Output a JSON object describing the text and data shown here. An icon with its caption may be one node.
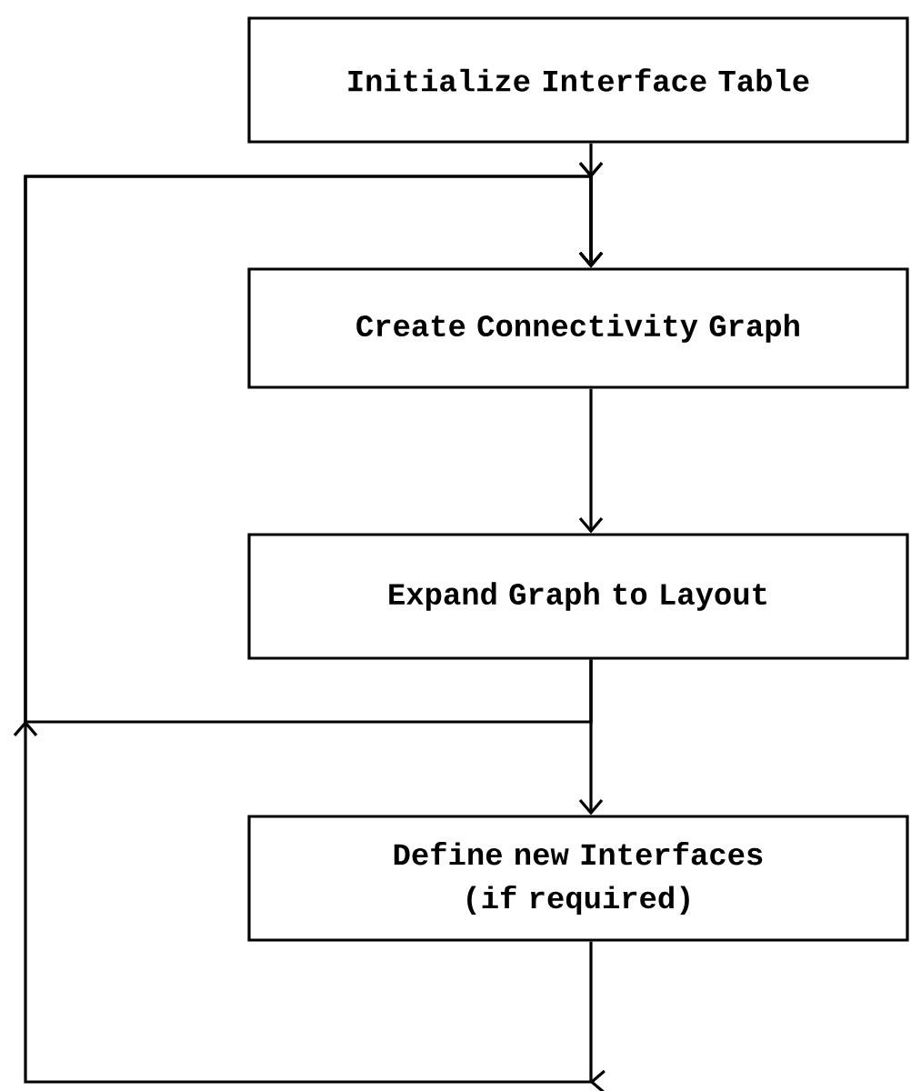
{
  "diagram": {
    "nodes": [
      {
        "text": [
          "Initialize Interface Table"
        ]
      },
      {
        "text": [
          "Create Connectivity Graph"
        ]
      },
      {
        "text": [
          "Expand Graph to Layout"
        ]
      },
      {
        "text": [
          "Define new Interfaces (if required)"
        ]
      }
    ],
    "edges": [
      {
        "from": 0,
        "to": 1,
        "arrow": "to"
      },
      {
        "from": 1,
        "to": 2,
        "arrow": "to"
      },
      {
        "from": 2,
        "to": 3,
        "arrow": "to"
      },
      {
        "from": 3,
        "to": 1,
        "arrow": "to"
      },
      {
        "from": 2,
        "to": 1,
        "arrow": "to"
      }
    ]
  }
}
